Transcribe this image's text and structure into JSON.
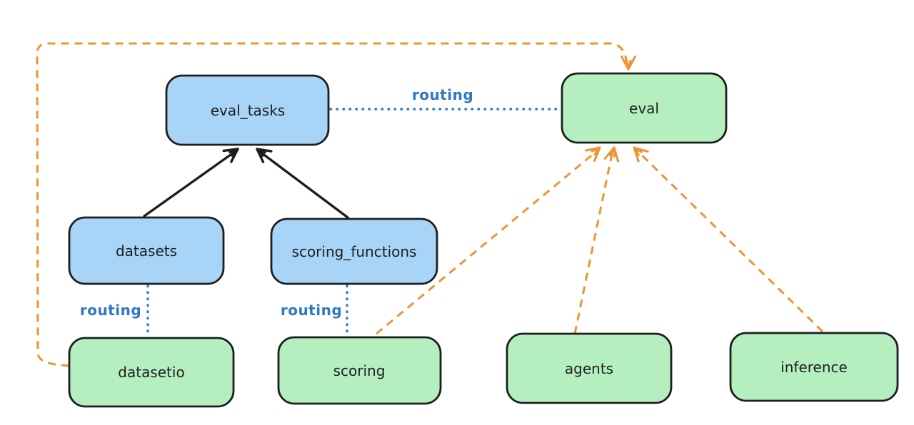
{
  "diagram": {
    "nodes": [
      {
        "id": "eval_tasks",
        "label": "eval_tasks",
        "type": "resource"
      },
      {
        "id": "eval",
        "label": "eval",
        "type": "provider"
      },
      {
        "id": "datasets",
        "label": "datasets",
        "type": "resource"
      },
      {
        "id": "scoring_functions",
        "label": "scoring_functions",
        "type": "resource"
      },
      {
        "id": "datasetio",
        "label": "datasetio",
        "type": "provider"
      },
      {
        "id": "scoring",
        "label": "scoring",
        "type": "provider"
      },
      {
        "id": "agents",
        "label": "agents",
        "type": "provider"
      },
      {
        "id": "inference",
        "label": "inference",
        "type": "provider"
      }
    ],
    "edges": [
      {
        "from": "datasets",
        "to": "eval_tasks",
        "style": "solid-black"
      },
      {
        "from": "scoring_functions",
        "to": "eval_tasks",
        "style": "solid-black"
      },
      {
        "from": "eval_tasks",
        "to": "eval",
        "style": "dotted-blue",
        "label": "routing"
      },
      {
        "from": "datasets",
        "to": "datasetio",
        "style": "dotted-blue",
        "label": "routing"
      },
      {
        "from": "scoring_functions",
        "to": "scoring",
        "style": "dotted-blue",
        "label": "routing"
      },
      {
        "from": "scoring",
        "to": "eval",
        "style": "dashed-orange"
      },
      {
        "from": "agents",
        "to": "eval",
        "style": "dashed-orange"
      },
      {
        "from": "inference",
        "to": "eval",
        "style": "dashed-orange"
      },
      {
        "from": "datasetio",
        "to": "eval",
        "style": "dashed-orange"
      }
    ],
    "colors": {
      "resource_fill": "#a8d4f7",
      "provider_fill": "#b5efc0",
      "stroke": "#1e1e1e",
      "orange": "#ee9433",
      "routing_blue": "#2e78c4",
      "background": "#ffffff"
    }
  }
}
